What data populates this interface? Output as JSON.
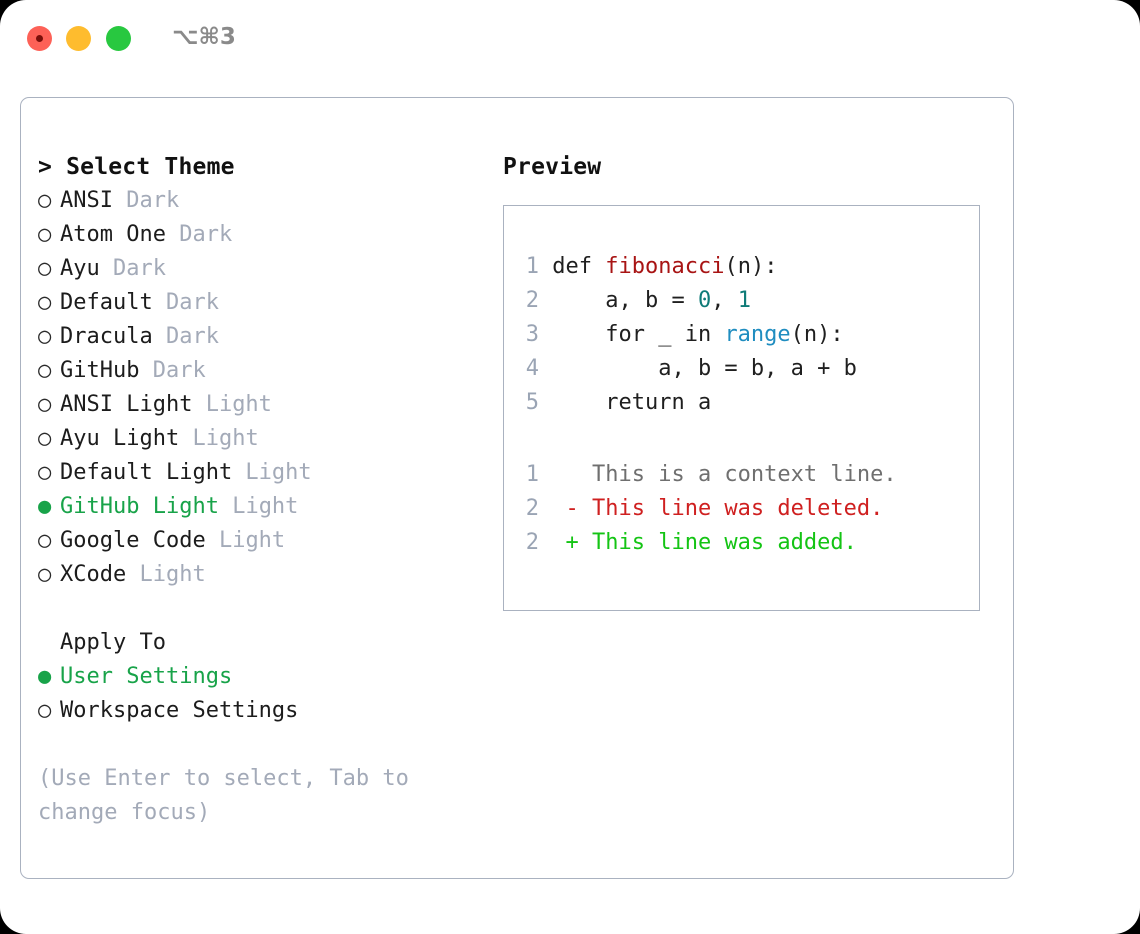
{
  "titlebar": {
    "shortcut": "⌥⌘3",
    "buttons": [
      {
        "name": "close",
        "color": "#fd6157"
      },
      {
        "name": "minimize",
        "color": "#febc2e"
      },
      {
        "name": "maximize",
        "color": "#28c840"
      }
    ]
  },
  "colors": {
    "accent_green": "#18a349",
    "muted": "#a3aab8",
    "border": "#aab2c0",
    "code_function": "#a81414",
    "code_number": "#0f7b78",
    "code_call": "#1f8dc0",
    "diff_delete": "#cf2020",
    "diff_add": "#14c414",
    "diff_context": "#6f6f6f",
    "gutter": "#9aa4b4"
  },
  "left": {
    "header": "> Select Theme",
    "marker_unselected": "○",
    "marker_selected": "●",
    "themes": [
      {
        "name": "ANSI",
        "tag": "Dark",
        "selected": false
      },
      {
        "name": "Atom One",
        "tag": "Dark",
        "selected": false
      },
      {
        "name": "Ayu",
        "tag": "Dark",
        "selected": false
      },
      {
        "name": "Default",
        "tag": "Dark",
        "selected": false
      },
      {
        "name": "Dracula",
        "tag": "Dark",
        "selected": false
      },
      {
        "name": "GitHub",
        "tag": "Dark",
        "selected": false
      },
      {
        "name": "ANSI Light",
        "tag": "Light",
        "selected": false
      },
      {
        "name": "Ayu Light",
        "tag": "Light",
        "selected": false
      },
      {
        "name": "Default Light",
        "tag": "Light",
        "selected": false
      },
      {
        "name": "GitHub Light",
        "tag": "Light",
        "selected": true
      },
      {
        "name": "Google Code",
        "tag": "Light",
        "selected": false
      },
      {
        "name": "XCode",
        "tag": "Light",
        "selected": false
      }
    ],
    "apply_to_header": "Apply To",
    "apply_to": [
      {
        "label": "User Settings",
        "selected": true
      },
      {
        "label": "Workspace Settings",
        "selected": false
      }
    ],
    "hint": "(Use Enter to select, Tab to change focus)"
  },
  "right": {
    "header": "Preview",
    "code_lines": [
      {
        "num": "1",
        "tokens": [
          {
            "t": "def ",
            "c": "plain"
          },
          {
            "t": "fibonacci",
            "c": "fn"
          },
          {
            "t": "(n):",
            "c": "plain"
          }
        ]
      },
      {
        "num": "2",
        "tokens": [
          {
            "t": "    a, b = ",
            "c": "plain"
          },
          {
            "t": "0",
            "c": "num"
          },
          {
            "t": ", ",
            "c": "plain"
          },
          {
            "t": "1",
            "c": "num"
          }
        ]
      },
      {
        "num": "3",
        "tokens": [
          {
            "t": "    for _ in ",
            "c": "plain"
          },
          {
            "t": "range",
            "c": "call"
          },
          {
            "t": "(n):",
            "c": "plain"
          }
        ]
      },
      {
        "num": "4",
        "tokens": [
          {
            "t": "        a, b = b, a + b",
            "c": "plain"
          }
        ]
      },
      {
        "num": "5",
        "tokens": [
          {
            "t": "    return a",
            "c": "plain"
          }
        ]
      }
    ],
    "diff_lines": [
      {
        "num": "1",
        "sign": " ",
        "text": "This is a context line.",
        "kind": "ctx"
      },
      {
        "num": "2",
        "sign": "-",
        "text": "This line was deleted.",
        "kind": "del"
      },
      {
        "num": "2",
        "sign": "+",
        "text": "This line was added.",
        "kind": "add"
      }
    ]
  }
}
